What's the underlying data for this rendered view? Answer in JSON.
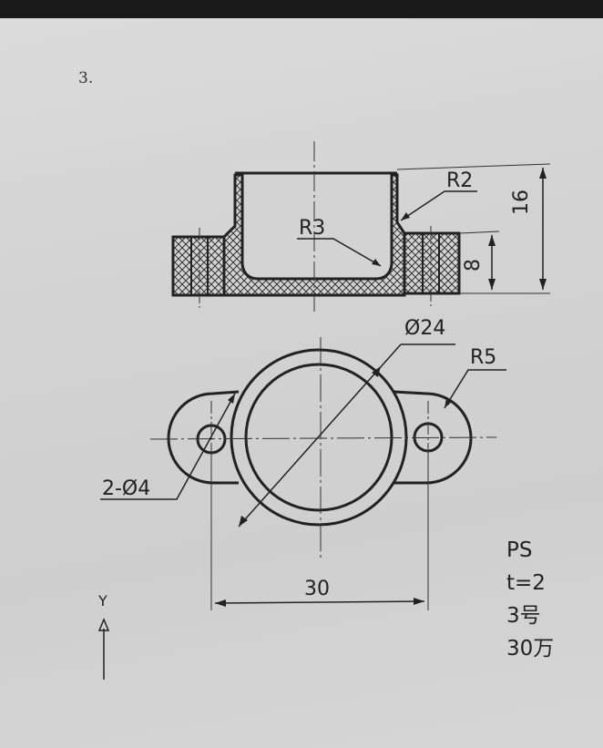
{
  "page_number": "3.",
  "dimensions": {
    "r2": "R2",
    "r3": "R3",
    "height_16": "16",
    "height_8": "8",
    "diameter_24": "Ø24",
    "r5": "R5",
    "holes": "2-Ø4",
    "width_30": "30"
  },
  "annotations": {
    "material": "PS",
    "thickness": "t=2",
    "mold_size": "3号",
    "quantity": "30万"
  },
  "axis": {
    "y_label": "Y"
  },
  "colors": {
    "ink": "#222222",
    "paper": "#d4d4d4"
  }
}
